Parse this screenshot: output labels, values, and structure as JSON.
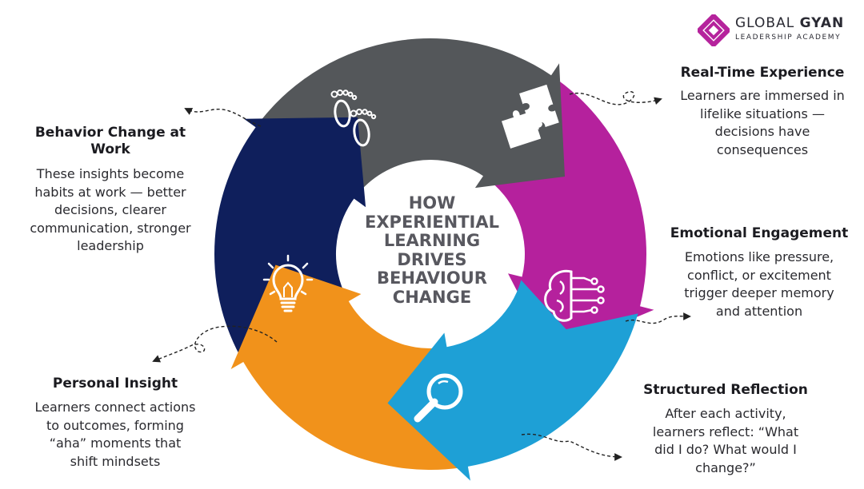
{
  "brand": {
    "name_light": "GLOBAL ",
    "name_bold": "GYAN",
    "tagline": "LEADERSHIP ACADEMY",
    "color": "#b5239c"
  },
  "center_title": [
    "HOW",
    "EXPERIENTIAL",
    "LEARNING",
    "DRIVES",
    "BEHAVIOUR",
    "CHANGE"
  ],
  "steps": [
    {
      "title": "Real-Time Experience",
      "lines": [
        "Learners are immersed in",
        "lifelike situations —",
        "decisions have",
        "consequences"
      ],
      "color": "#b5219d",
      "icon": "puzzle-icon"
    },
    {
      "title": "Emotional Engagement",
      "lines": [
        "Emotions like pressure,",
        "conflict, or excitement",
        "trigger deeper memory",
        "and attention"
      ],
      "color": "#1ea0d6",
      "icon": "brain-circuit-icon"
    },
    {
      "title": "Structured Reflection",
      "lines": [
        "After each activity,",
        "learners reflect: “What",
        "did I do? What would I",
        "change?”"
      ],
      "color": "#f1921b",
      "icon": "magnifier-icon"
    },
    {
      "title": "Personal Insight",
      "lines": [
        "Learners connect actions",
        "to outcomes, forming",
        "“aha” moments that",
        "shift mindsets"
      ],
      "color": "#0f1f5c",
      "icon": "lightbulb-icon"
    },
    {
      "title": "Behavior Change at Work",
      "title_lines": [
        "Behavior Change at",
        "Work"
      ],
      "lines": [
        "These insights become",
        "habits at work — better",
        "decisions, clearer",
        "communication, stronger",
        "leadership"
      ],
      "color": "#54575a",
      "icon": "footprints-icon"
    }
  ]
}
